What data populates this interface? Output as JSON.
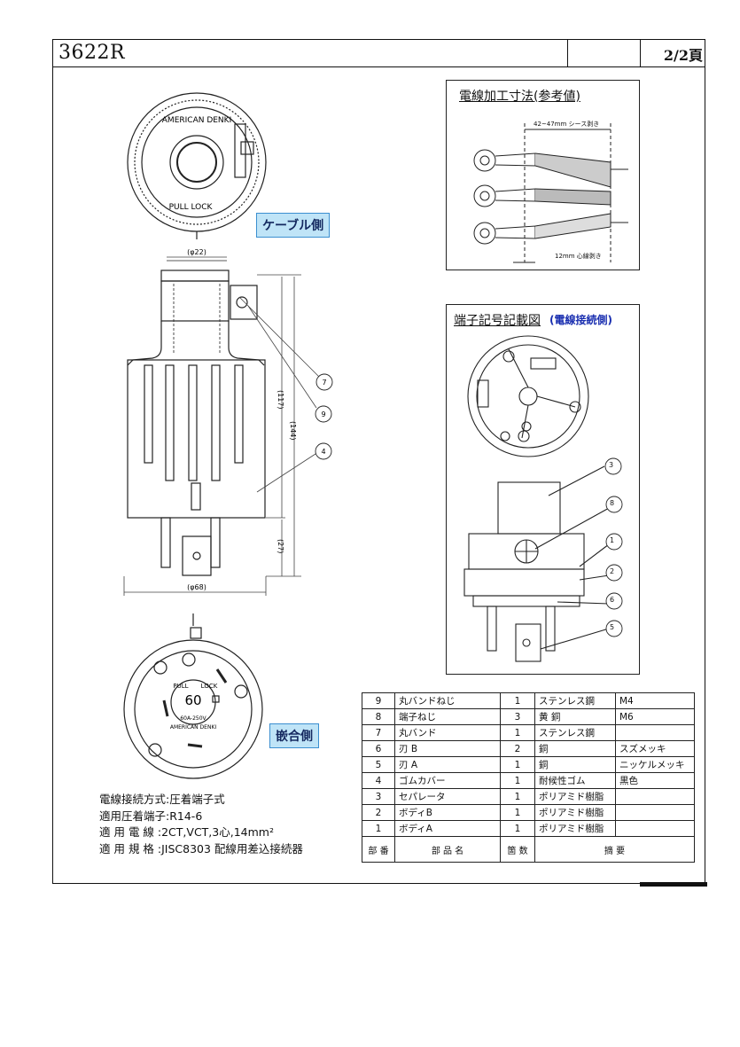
{
  "header": {
    "title": "3622R",
    "page": "2/2頁"
  },
  "labels": {
    "cable_side": "ケーブル側",
    "mating_side": "嵌合側"
  },
  "wire_panel": {
    "title": "電線加工寸法(参考値)",
    "dim_sheath": "42~47mm シース剥き",
    "dim_core": "12mm 心線剥き"
  },
  "terminal_panel": {
    "title": "端子記号記載図",
    "subtitle": "(電線接続側)"
  },
  "drawing": {
    "dia_top": "(φ22)",
    "dia_bottom": "(φ68)",
    "dim_117": "(117)",
    "dim_144": "(144)",
    "dim_27": "(27)",
    "face_top_text": "AMERICAN DENKI",
    "face_bottom_text": "PULL LOCK",
    "face_rating": "60",
    "face_brand": "AMERICAN DENKI",
    "face_pull": "PULL",
    "face_lock": "LOCK",
    "face_volt": "60A-250V"
  },
  "callouts": [
    "7",
    "9",
    "4",
    "3",
    "8",
    "1",
    "2",
    "6",
    "5"
  ],
  "spec": [
    "電線接続方式:圧着端子式",
    "適用圧着端子:R14-6",
    "適 用 電 線 :2CT,VCT,3心,14mm²",
    "適 用 規 格 :JISC8303 配線用差込接続器"
  ],
  "parts_table": {
    "headers": {
      "no": "部 番",
      "name": "部 品 名",
      "qty": "箇 数",
      "spec": "摘 要"
    },
    "rows": [
      {
        "no": "9",
        "name": "丸バンドねじ",
        "qty": "1",
        "material": "ステンレス鋼",
        "remark": "M4"
      },
      {
        "no": "8",
        "name": "端子ねじ",
        "qty": "3",
        "material": "黄 銅",
        "remark": "M6"
      },
      {
        "no": "7",
        "name": "丸バンド",
        "qty": "1",
        "material": "ステンレス鋼",
        "remark": ""
      },
      {
        "no": "6",
        "name": "刃 B",
        "qty": "2",
        "material": "銅",
        "remark": "スズメッキ"
      },
      {
        "no": "5",
        "name": "刃 A",
        "qty": "1",
        "material": "銅",
        "remark": "ニッケルメッキ"
      },
      {
        "no": "4",
        "name": "ゴムカバー",
        "qty": "1",
        "material": "耐候性ゴム",
        "remark": "黒色"
      },
      {
        "no": "3",
        "name": "セパレータ",
        "qty": "1",
        "material": "ポリアミド樹脂",
        "remark": ""
      },
      {
        "no": "2",
        "name": "ボディB",
        "qty": "1",
        "material": "ポリアミド樹脂",
        "remark": ""
      },
      {
        "no": "1",
        "name": "ボディA",
        "qty": "1",
        "material": "ポリアミド樹脂",
        "remark": ""
      }
    ]
  }
}
